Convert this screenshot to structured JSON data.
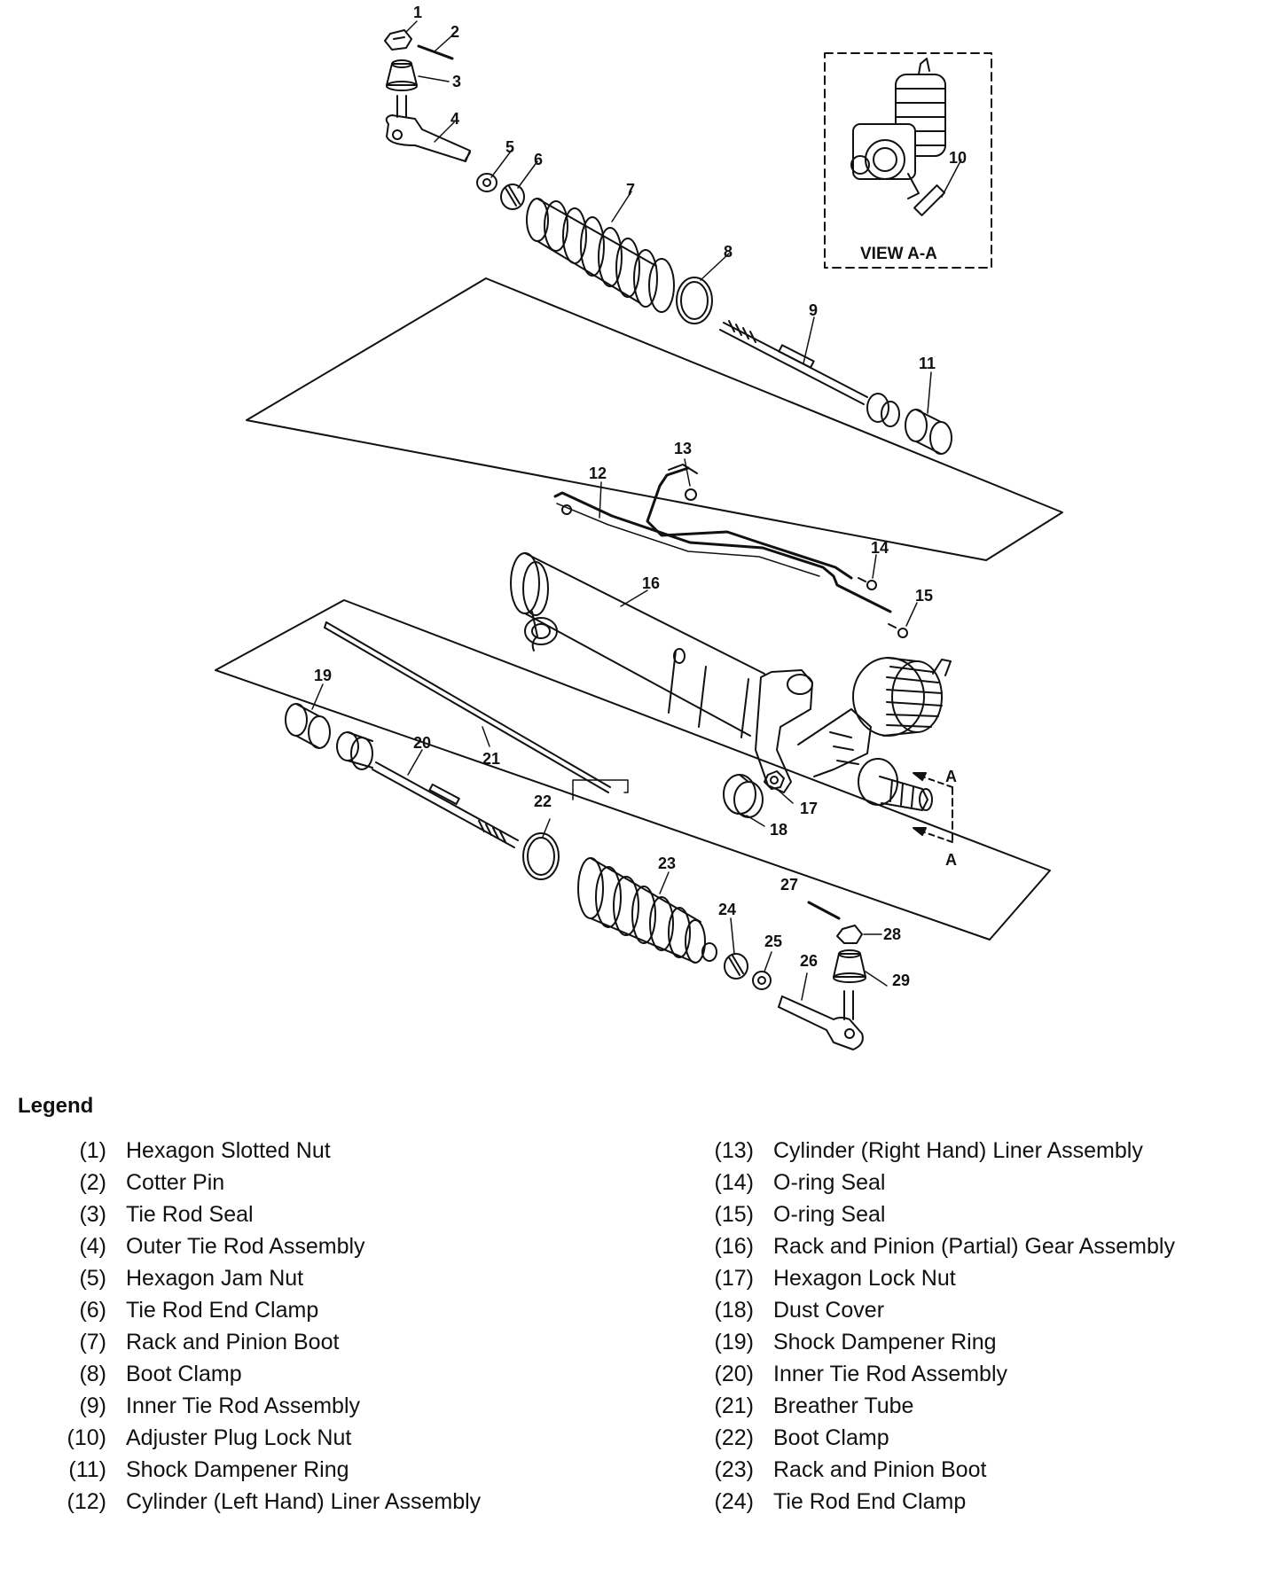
{
  "diagram": {
    "view_label": "VIEW A-A",
    "section_marks": [
      "A",
      "A"
    ],
    "callouts": [
      "1",
      "2",
      "3",
      "4",
      "5",
      "6",
      "7",
      "8",
      "9",
      "10",
      "11",
      "12",
      "13",
      "14",
      "15",
      "16",
      "17",
      "18",
      "19",
      "20",
      "21",
      "22",
      "23",
      "24",
      "25",
      "26",
      "27",
      "28",
      "29"
    ]
  },
  "legend": {
    "title": "Legend",
    "left": [
      {
        "num": "(1)",
        "label": "Hexagon Slotted Nut"
      },
      {
        "num": "(2)",
        "label": "Cotter Pin"
      },
      {
        "num": "(3)",
        "label": "Tie Rod Seal"
      },
      {
        "num": "(4)",
        "label": "Outer Tie Rod Assembly"
      },
      {
        "num": "(5)",
        "label": "Hexagon Jam Nut"
      },
      {
        "num": "(6)",
        "label": "Tie Rod End Clamp"
      },
      {
        "num": "(7)",
        "label": "Rack and Pinion Boot"
      },
      {
        "num": "(8)",
        "label": "Boot Clamp"
      },
      {
        "num": "(9)",
        "label": "Inner Tie Rod Assembly"
      },
      {
        "num": "(10)",
        "label": "Adjuster Plug Lock Nut"
      },
      {
        "num": "(11)",
        "label": "Shock Dampener Ring"
      },
      {
        "num": "(12)",
        "label": "Cylinder (Left Hand) Liner Assembly"
      }
    ],
    "right": [
      {
        "num": "(13)",
        "label": "Cylinder (Right Hand) Liner Assembly"
      },
      {
        "num": "(14)",
        "label": "O-ring Seal"
      },
      {
        "num": "(15)",
        "label": "O-ring Seal"
      },
      {
        "num": "(16)",
        "label": "Rack and Pinion (Partial) Gear Assembly"
      },
      {
        "num": "(17)",
        "label": "Hexagon Lock Nut"
      },
      {
        "num": "(18)",
        "label": "Dust Cover"
      },
      {
        "num": "(19)",
        "label": "Shock Dampener Ring"
      },
      {
        "num": "(20)",
        "label": "Inner Tie Rod Assembly"
      },
      {
        "num": "(21)",
        "label": "Breather Tube"
      },
      {
        "num": "(22)",
        "label": "Boot Clamp"
      },
      {
        "num": "(23)",
        "label": "Rack and Pinion Boot"
      },
      {
        "num": "(24)",
        "label": "Tie Rod End Clamp"
      }
    ]
  }
}
